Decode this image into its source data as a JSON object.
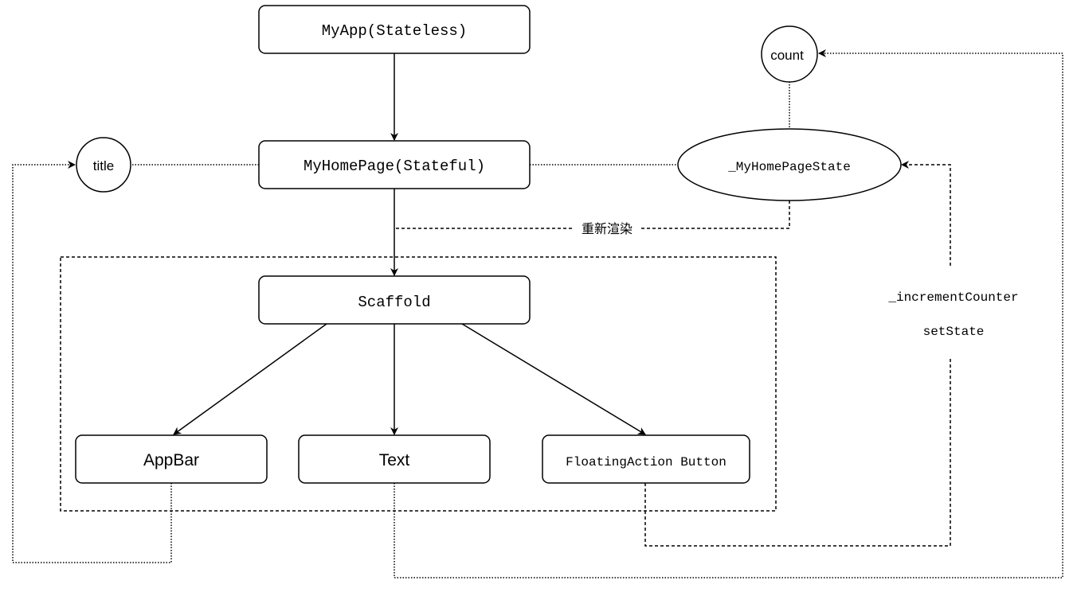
{
  "nodes": {
    "myapp": "MyApp(Stateless)",
    "myhomepage": "MyHomePage(Stateful)",
    "state": "_MyHomePageState",
    "scaffold": "Scaffold",
    "appbar": "AppBar",
    "text": "Text",
    "fab": "FloatingAction Button",
    "title": "title",
    "count": "count"
  },
  "labels": {
    "rerender": "重新渲染",
    "increment": "_incrementCounter",
    "setstate": "setState"
  }
}
